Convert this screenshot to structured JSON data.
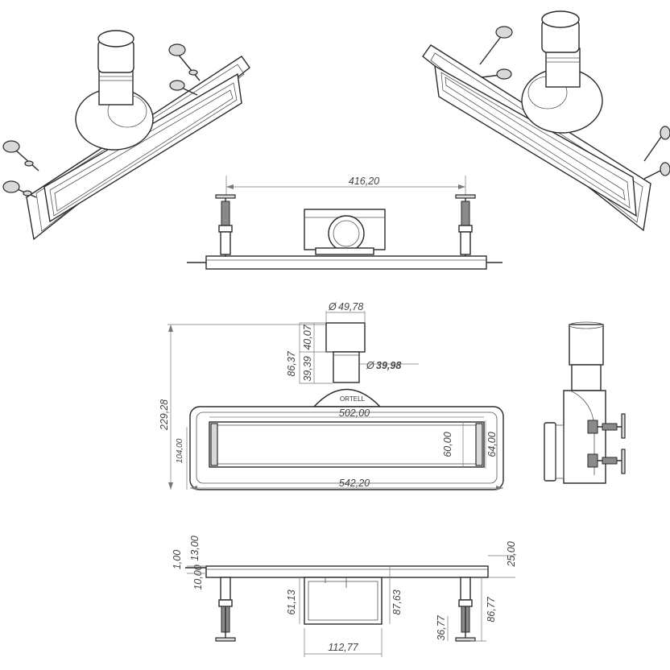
{
  "dimensions": {
    "top_width": "416,20",
    "pipe_diameter": "49,78",
    "outlet_diameter": "39,98",
    "outlet_height_upper": "40,07",
    "outlet_height_total": "86,37",
    "outlet_height_lower": "39,39",
    "total_height": "229,28",
    "grate_width": "502,00",
    "total_width": "542,20",
    "frame_depth": "104,00",
    "inner_depth": "60,00",
    "outer_depth": "64,00",
    "flange_thickness": "1,00",
    "flange_height": "13,00",
    "step": "10,00",
    "side_height": "25,00",
    "body_height": "61,13",
    "body_total": "87,63",
    "foot_height": "36,77",
    "foot_total": "86,77",
    "body_width": "112,77"
  },
  "logo_text": "ORTELL"
}
